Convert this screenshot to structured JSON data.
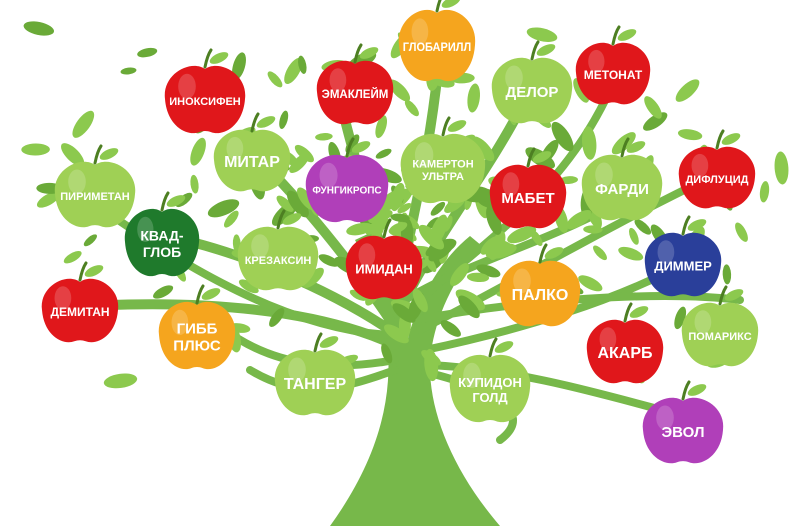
{
  "colors": {
    "trunk": "#77b84a",
    "leaf": "#8cc94e",
    "leaf_dark": "#6aaa38",
    "text": "#ffffff",
    "apple_fill": {
      "green": "#9fd055",
      "red": "#e0171b",
      "orange": "#f5a51e",
      "purple": "#b03fb9",
      "darkgreen": "#1f7a2c",
      "blue": "#2a3f9a"
    }
  },
  "apples": [
    {
      "id": "globarill",
      "lines": [
        "ГЛОБАРИЛЛ"
      ],
      "color": "orange"
    },
    {
      "id": "inoksifen",
      "lines": [
        "ИНОКСИФЕН"
      ],
      "color": "red"
    },
    {
      "id": "emakleim",
      "lines": [
        "ЭМАКЛЕЙМ"
      ],
      "color": "red"
    },
    {
      "id": "delor",
      "lines": [
        "ДЕЛОР"
      ],
      "color": "green"
    },
    {
      "id": "metonat",
      "lines": [
        "МЕТОНАТ"
      ],
      "color": "red"
    },
    {
      "id": "mitar",
      "lines": [
        "МИТАР"
      ],
      "color": "green"
    },
    {
      "id": "kamerton",
      "lines": [
        "КАМЕРТОН",
        "УЛЬТРА"
      ],
      "color": "green"
    },
    {
      "id": "fungikrops",
      "lines": [
        "ФУНГИКРОПС"
      ],
      "color": "purple"
    },
    {
      "id": "piriметan",
      "lines": [
        "ПИРИМЕТАН"
      ],
      "color": "green"
    },
    {
      "id": "mabet",
      "lines": [
        "МАБЕТ"
      ],
      "color": "red"
    },
    {
      "id": "fardi",
      "lines": [
        "ФАРДИ"
      ],
      "color": "green"
    },
    {
      "id": "diflucid",
      "lines": [
        "ДИФЛУЦИД"
      ],
      "color": "red"
    },
    {
      "id": "kvadglob",
      "lines": [
        "КВАД-",
        "ГЛОБ"
      ],
      "color": "darkgreen"
    },
    {
      "id": "krezaksin",
      "lines": [
        "КРЕЗАКСИН"
      ],
      "color": "green"
    },
    {
      "id": "imidan",
      "lines": [
        "ИМИДАН"
      ],
      "color": "red"
    },
    {
      "id": "dimmer",
      "lines": [
        "ДИММЕР"
      ],
      "color": "blue"
    },
    {
      "id": "palko",
      "lines": [
        "ПАЛКО"
      ],
      "color": "orange"
    },
    {
      "id": "demitan",
      "lines": [
        "ДЕМИТАН"
      ],
      "color": "red"
    },
    {
      "id": "gibbplus",
      "lines": [
        "ГИББ",
        "ПЛЮС"
      ],
      "color": "orange"
    },
    {
      "id": "pomariks",
      "lines": [
        "ПОМАРИКС"
      ],
      "color": "green"
    },
    {
      "id": "akarb",
      "lines": [
        "АКАРБ"
      ],
      "color": "red"
    },
    {
      "id": "tanger",
      "lines": [
        "ТАНГЕР"
      ],
      "color": "green"
    },
    {
      "id": "kupidon",
      "lines": [
        "КУПИДОН",
        "ГОЛД"
      ],
      "color": "green"
    },
    {
      "id": "evol",
      "lines": [
        "ЭВОЛ"
      ],
      "color": "purple"
    }
  ]
}
